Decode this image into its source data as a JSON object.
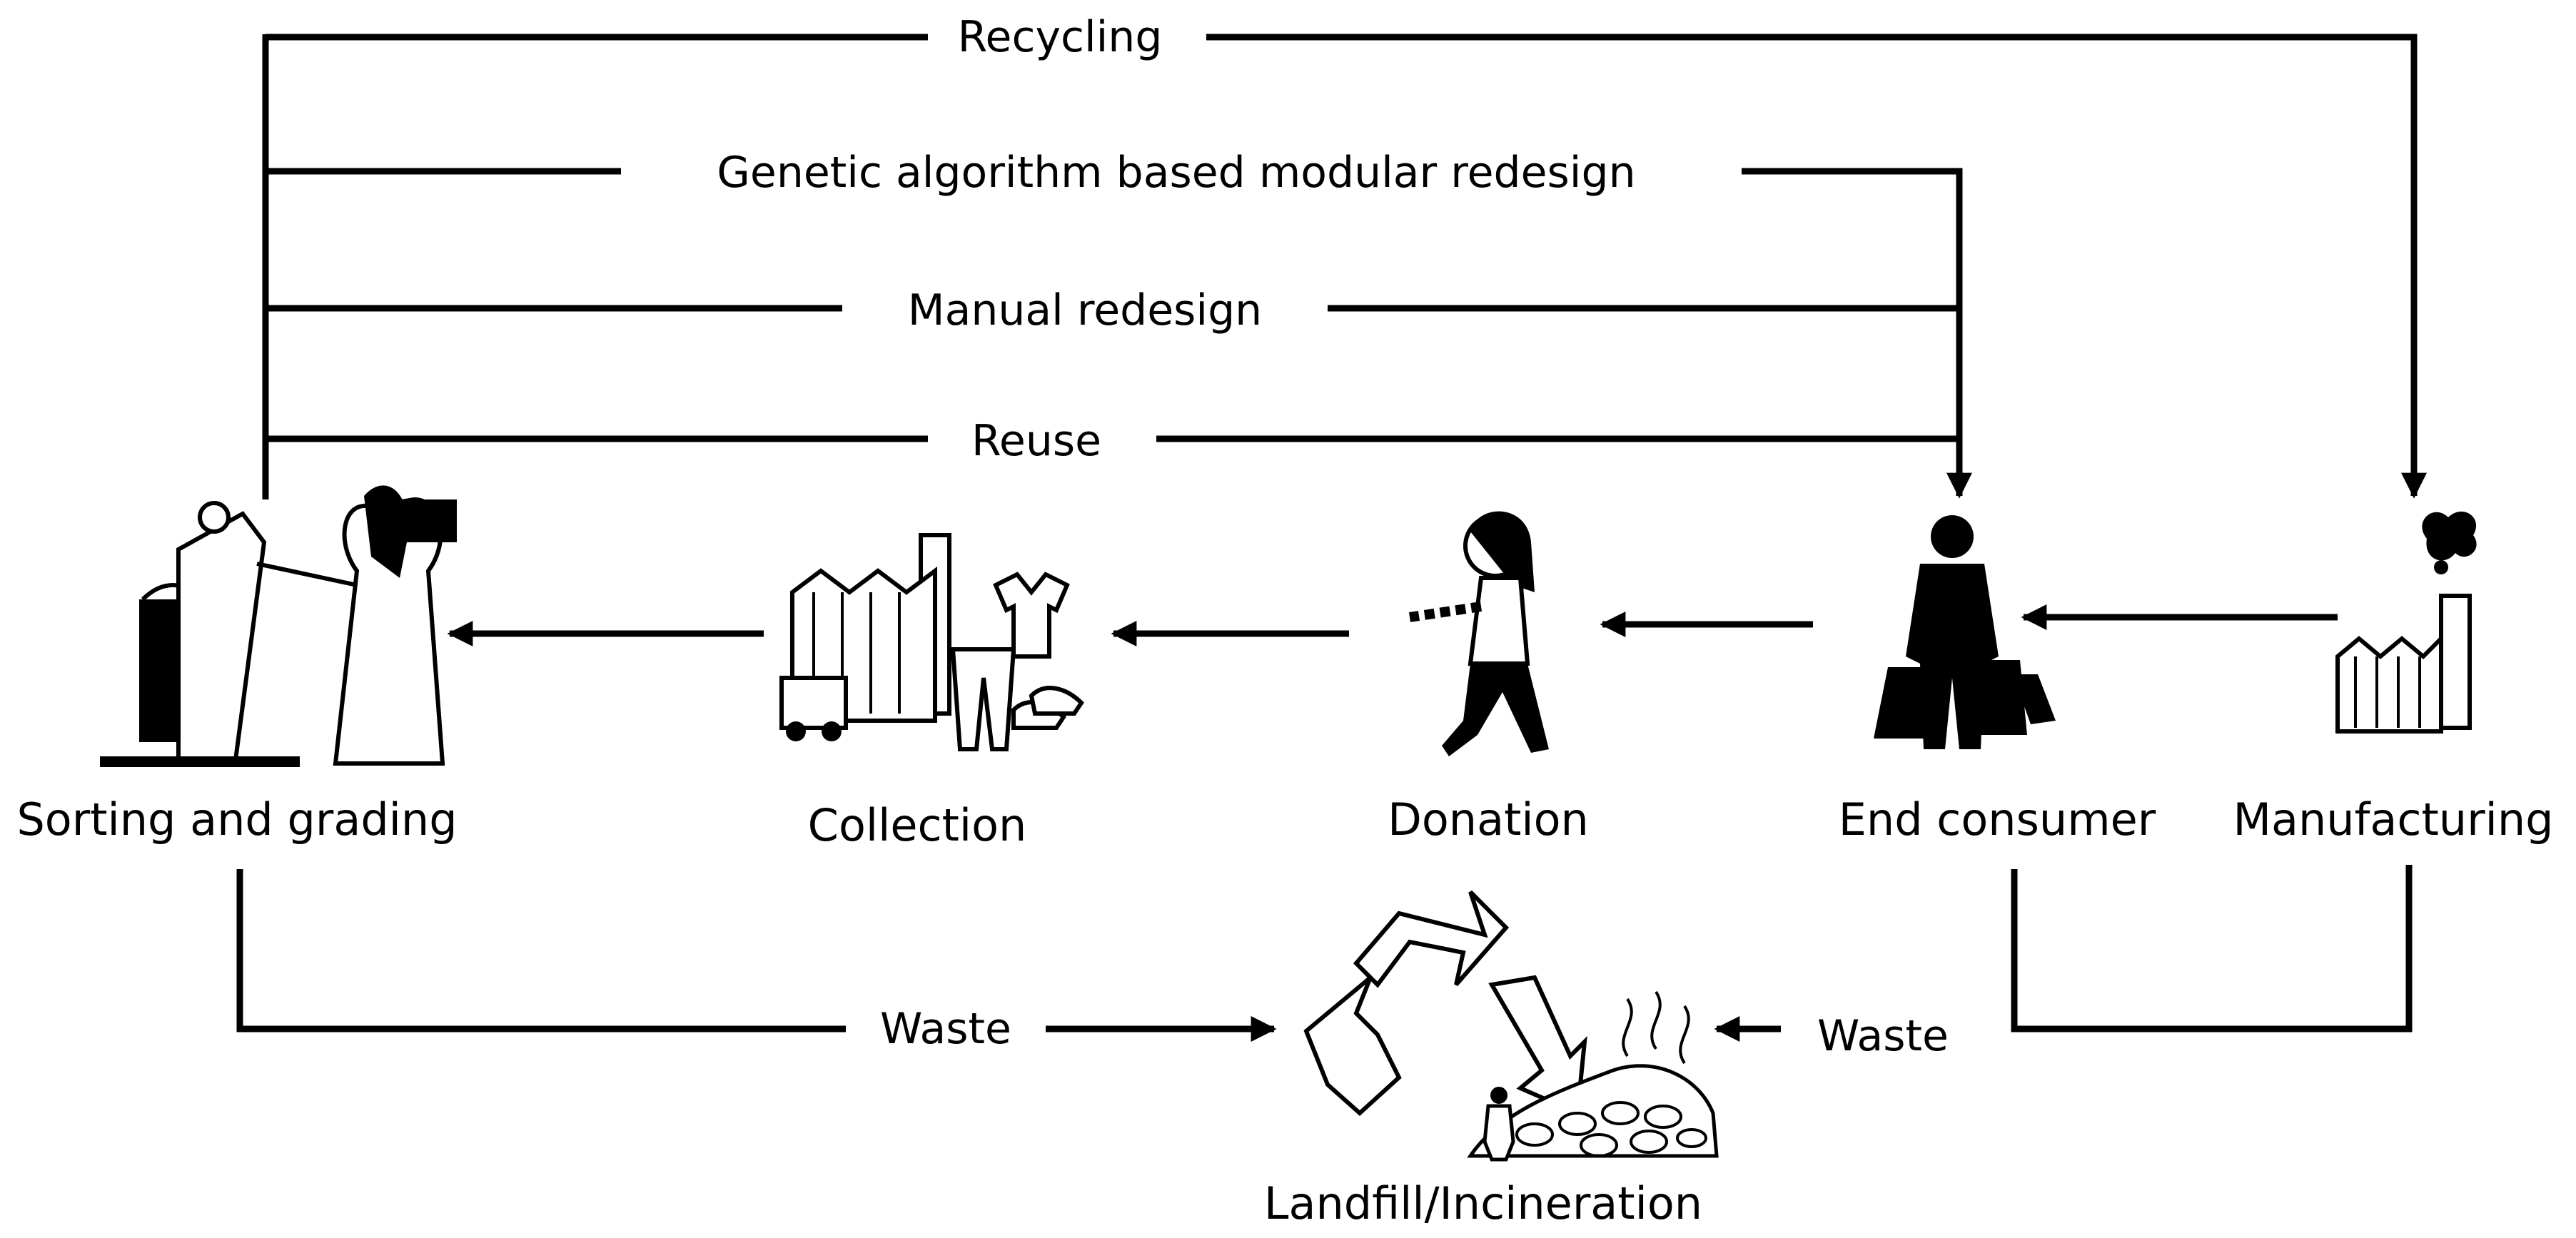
{
  "flows": {
    "recycling": "Recycling",
    "ga_redesign": "Genetic  algorithm based modular redesign",
    "manual_redesign": "Manual redesign",
    "reuse": "Reuse",
    "waste_left": "Waste",
    "waste_right": "Waste"
  },
  "nodes": {
    "sorting": "Sorting and grading",
    "collection": "Collection",
    "donation": "Donation",
    "end_consumer": "End consumer",
    "manufacturing": "Manufacturing",
    "landfill": "Landfill/Incineration"
  },
  "colors": {
    "ink": "#000000",
    "background": "#ffffff"
  },
  "icons": [
    "sorting-people-icon",
    "collection-factory-icon",
    "donation-person-icon",
    "shopper-icon",
    "manufacturing-factory-icon",
    "recycle-landfill-icon"
  ]
}
